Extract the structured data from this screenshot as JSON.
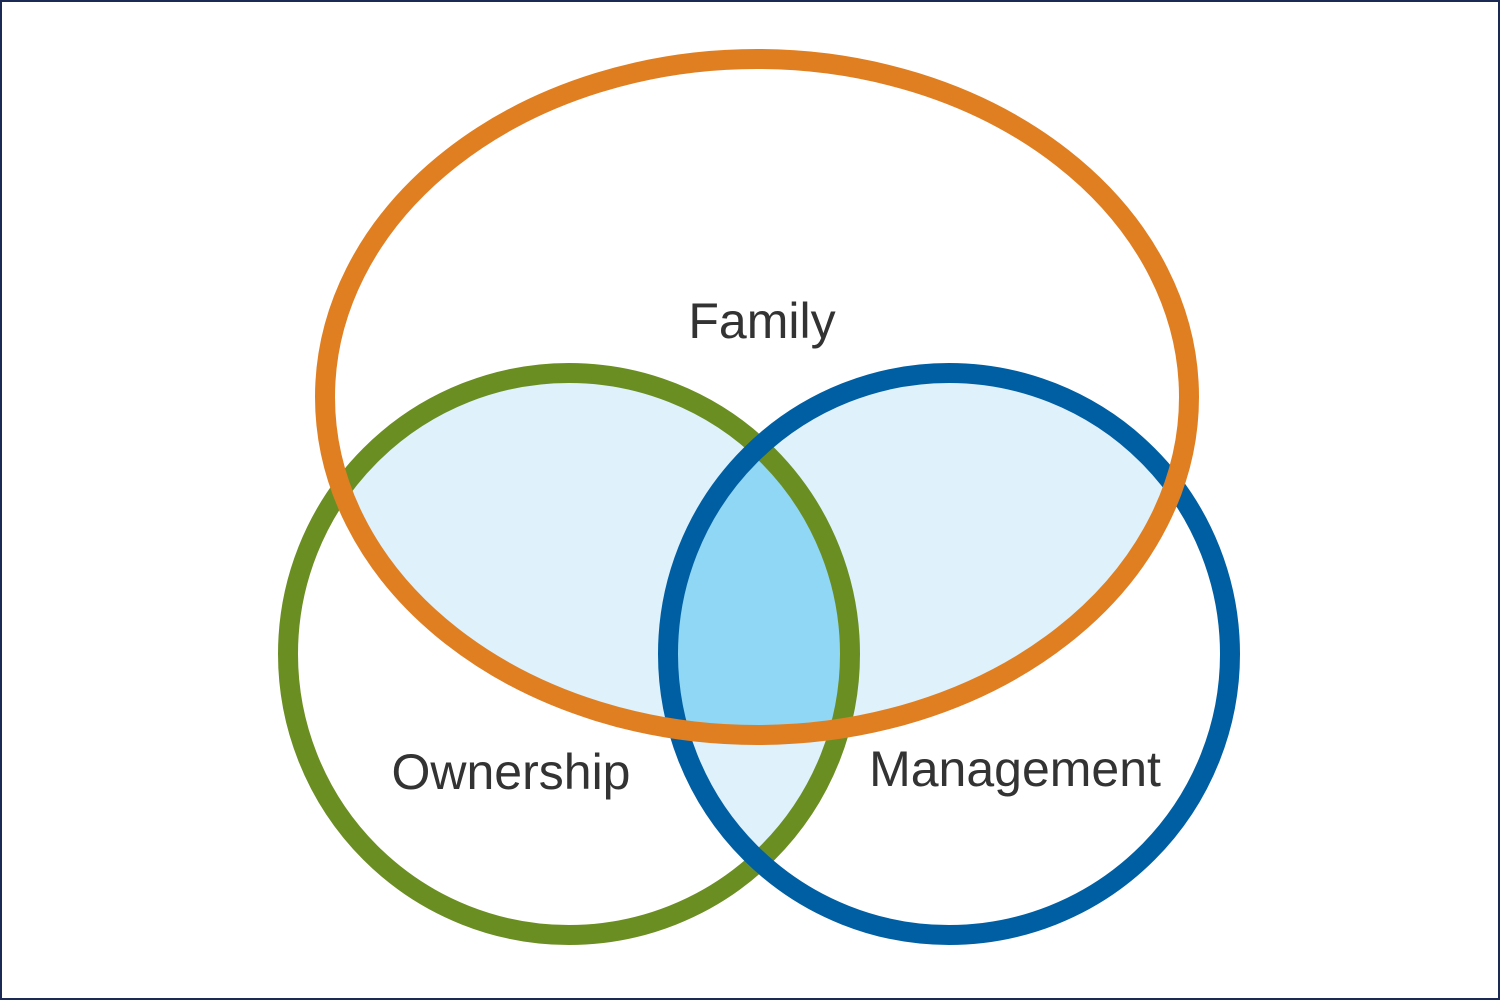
{
  "diagram": {
    "type": "venn",
    "sets": [
      {
        "id": "family",
        "label": "Family",
        "color": "#e07f22"
      },
      {
        "id": "ownership",
        "label": "Ownership",
        "color": "#6b8e23"
      },
      {
        "id": "management",
        "label": "Management",
        "color": "#005fa3"
      }
    ],
    "fills": {
      "pairwise_overlap": "#dff1fb",
      "triple_overlap": "#8fd7f5"
    },
    "frame_color": "#1b2a55"
  }
}
